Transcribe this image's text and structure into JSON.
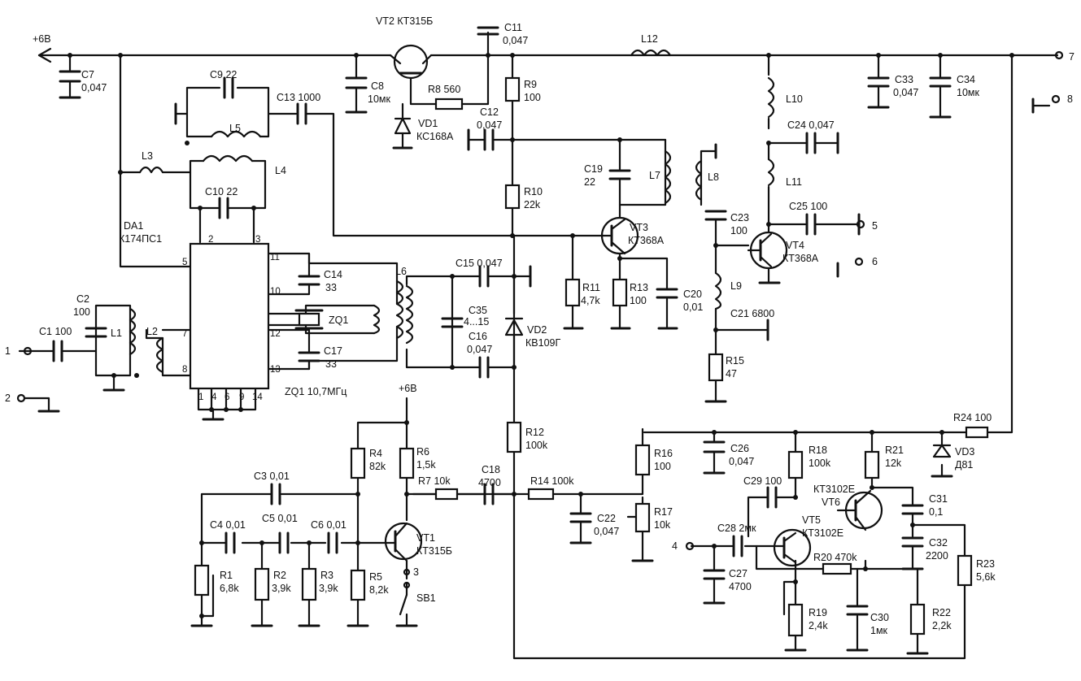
{
  "chip": {
    "name": "DA1",
    "type": "К174ПС1"
  },
  "pins": [
    "1",
    "2",
    "3",
    "4",
    "5",
    "6",
    "7",
    "8",
    "9",
    "10",
    "11",
    "12",
    "13",
    "14"
  ],
  "supply": {
    "top": "+6В",
    "mid": "+6В"
  },
  "terminals": {
    "t1": "1",
    "t2": "2",
    "t4": "4",
    "t5": "5",
    "t6": "6",
    "t7": "7",
    "t8": "8",
    "t3": "3"
  },
  "labels": [
    {
      "id": "C1",
      "text": "C1  100"
    },
    {
      "id": "C2a",
      "text": "C2"
    },
    {
      "id": "C2b",
      "text": "100"
    },
    {
      "id": "L1",
      "text": "L1"
    },
    {
      "id": "L2",
      "text": "L2"
    },
    {
      "id": "L3",
      "text": "L3"
    },
    {
      "id": "L4",
      "text": "L4"
    },
    {
      "id": "L5",
      "text": "L5"
    },
    {
      "id": "L6",
      "text": "L6"
    },
    {
      "id": "L7",
      "text": "L7"
    },
    {
      "id": "L8",
      "text": "L8"
    },
    {
      "id": "L9",
      "text": "L9"
    },
    {
      "id": "L10",
      "text": "L10"
    },
    {
      "id": "L11",
      "text": "L11"
    },
    {
      "id": "L12",
      "text": "L12"
    },
    {
      "id": "C7a",
      "text": "C7"
    },
    {
      "id": "C7b",
      "text": "0,047"
    },
    {
      "id": "C9",
      "text": "C9  22"
    },
    {
      "id": "C10",
      "text": "C10  22"
    },
    {
      "id": "C13",
      "text": "C13  1000"
    },
    {
      "id": "C8a",
      "text": "C8"
    },
    {
      "id": "C8b",
      "text": "10мк"
    },
    {
      "id": "VT2",
      "text": "VT2  КТ315Б"
    },
    {
      "id": "C11a",
      "text": "C11"
    },
    {
      "id": "C11b",
      "text": "0,047"
    },
    {
      "id": "R8",
      "text": "R8  560"
    },
    {
      "id": "VD1a",
      "text": "VD1"
    },
    {
      "id": "VD1b",
      "text": "КС168А"
    },
    {
      "id": "C12a",
      "text": "C12"
    },
    {
      "id": "C12b",
      "text": "0,047"
    },
    {
      "id": "R9a",
      "text": "R9"
    },
    {
      "id": "R9b",
      "text": "100"
    },
    {
      "id": "R10a",
      "text": "R10"
    },
    {
      "id": "R10b",
      "text": "22k"
    },
    {
      "id": "C19a",
      "text": "C19"
    },
    {
      "id": "C19b",
      "text": "22"
    },
    {
      "id": "VT3a",
      "text": "VT3"
    },
    {
      "id": "VT3b",
      "text": "КТ368А"
    },
    {
      "id": "R11a",
      "text": "R11"
    },
    {
      "id": "R11b",
      "text": "4,7k"
    },
    {
      "id": "R13a",
      "text": "R13"
    },
    {
      "id": "R13b",
      "text": "100"
    },
    {
      "id": "C20a",
      "text": "C20"
    },
    {
      "id": "C20b",
      "text": "0,01"
    },
    {
      "id": "C23a",
      "text": "C23"
    },
    {
      "id": "C23b",
      "text": "100"
    },
    {
      "id": "VT4a",
      "text": "VT4"
    },
    {
      "id": "VT4b",
      "text": "КТ368А"
    },
    {
      "id": "C21",
      "text": "C21  6800"
    },
    {
      "id": "R15a",
      "text": "R15"
    },
    {
      "id": "R15b",
      "text": "47"
    },
    {
      "id": "C24",
      "text": "C24  0,047"
    },
    {
      "id": "C25",
      "text": "C25  100"
    },
    {
      "id": "C33a",
      "text": "C33"
    },
    {
      "id": "C33b",
      "text": "0,047"
    },
    {
      "id": "C34a",
      "text": "C34"
    },
    {
      "id": "C34b",
      "text": "10мк"
    },
    {
      "id": "C14a",
      "text": "C14"
    },
    {
      "id": "C14b",
      "text": "33"
    },
    {
      "id": "C17a",
      "text": "C17"
    },
    {
      "id": "C17b",
      "text": "33"
    },
    {
      "id": "ZQ1",
      "text": "ZQ1"
    },
    {
      "id": "ZQ1f",
      "text": "ZQ1  10,7МГц"
    },
    {
      "id": "C15",
      "text": "C15  0,047"
    },
    {
      "id": "C35a",
      "text": "C35"
    },
    {
      "id": "C35b",
      "text": "4...15"
    },
    {
      "id": "C16a",
      "text": "C16"
    },
    {
      "id": "C16b",
      "text": "0,047"
    },
    {
      "id": "VD2a",
      "text": "VD2"
    },
    {
      "id": "VD2b",
      "text": "КВ109Г"
    },
    {
      "id": "R12a",
      "text": "R12"
    },
    {
      "id": "R12b",
      "text": "100k"
    },
    {
      "id": "R4a",
      "text": "R4"
    },
    {
      "id": "R4b",
      "text": "82k"
    },
    {
      "id": "R6a",
      "text": "R6"
    },
    {
      "id": "R6b",
      "text": "1,5k"
    },
    {
      "id": "C3",
      "text": "C3  0,01"
    },
    {
      "id": "C4",
      "text": "C4  0,01"
    },
    {
      "id": "C5",
      "text": "C5  0,01"
    },
    {
      "id": "C6",
      "text": "C6  0,01"
    },
    {
      "id": "R7",
      "text": "R7  10k"
    },
    {
      "id": "C18a",
      "text": "C18"
    },
    {
      "id": "C18b",
      "text": "4700"
    },
    {
      "id": "R14",
      "text": "R14  100k"
    },
    {
      "id": "C22a",
      "text": "C22"
    },
    {
      "id": "C22b",
      "text": "0,047"
    },
    {
      "id": "R1a",
      "text": "R1"
    },
    {
      "id": "R1b",
      "text": "6,8k"
    },
    {
      "id": "R2a",
      "text": "R2"
    },
    {
      "id": "R2b",
      "text": "3,9k"
    },
    {
      "id": "R3a",
      "text": "R3"
    },
    {
      "id": "R3b",
      "text": "3,9k"
    },
    {
      "id": "R5a",
      "text": "R5"
    },
    {
      "id": "R5b",
      "text": "8,2k"
    },
    {
      "id": "VT1a",
      "text": "VT1"
    },
    {
      "id": "VT1b",
      "text": "КТ315Б"
    },
    {
      "id": "SB1",
      "text": "SB1"
    },
    {
      "id": "R16a",
      "text": "R16"
    },
    {
      "id": "R16b",
      "text": "100"
    },
    {
      "id": "R17a",
      "text": "R17"
    },
    {
      "id": "R17b",
      "text": "10k"
    },
    {
      "id": "C26a",
      "text": "C26"
    },
    {
      "id": "C26b",
      "text": "0,047"
    },
    {
      "id": "R18a",
      "text": "R18"
    },
    {
      "id": "R18b",
      "text": "100k"
    },
    {
      "id": "R21a",
      "text": "R21"
    },
    {
      "id": "R21b",
      "text": "12k"
    },
    {
      "id": "R24",
      "text": "R24  100"
    },
    {
      "id": "VD3a",
      "text": "VD3"
    },
    {
      "id": "VD3b",
      "text": "Д81"
    },
    {
      "id": "C29",
      "text": "C29  100"
    },
    {
      "id": "VT6a",
      "text": "КТ3102Е"
    },
    {
      "id": "VT6b",
      "text": "VT6"
    },
    {
      "id": "C31a",
      "text": "C31"
    },
    {
      "id": "C31b",
      "text": "0,1"
    },
    {
      "id": "C32a",
      "text": "C32"
    },
    {
      "id": "C32b",
      "text": "2200"
    },
    {
      "id": "C28",
      "text": "C28  2мк"
    },
    {
      "id": "VT5a",
      "text": "VT5"
    },
    {
      "id": "VT5b",
      "text": "КТ3102Е"
    },
    {
      "id": "R20",
      "text": "R20  470k"
    },
    {
      "id": "R23a",
      "text": "R23"
    },
    {
      "id": "R23b",
      "text": "5,6k"
    },
    {
      "id": "C27a",
      "text": "C27"
    },
    {
      "id": "C27b",
      "text": "4700"
    },
    {
      "id": "R19a",
      "text": "R19"
    },
    {
      "id": "R19b",
      "text": "2,4k"
    },
    {
      "id": "C30a",
      "text": "C30"
    },
    {
      "id": "C30b",
      "text": "1мк"
    },
    {
      "id": "R22a",
      "text": "R22"
    },
    {
      "id": "R22b",
      "text": "2,2k"
    }
  ]
}
